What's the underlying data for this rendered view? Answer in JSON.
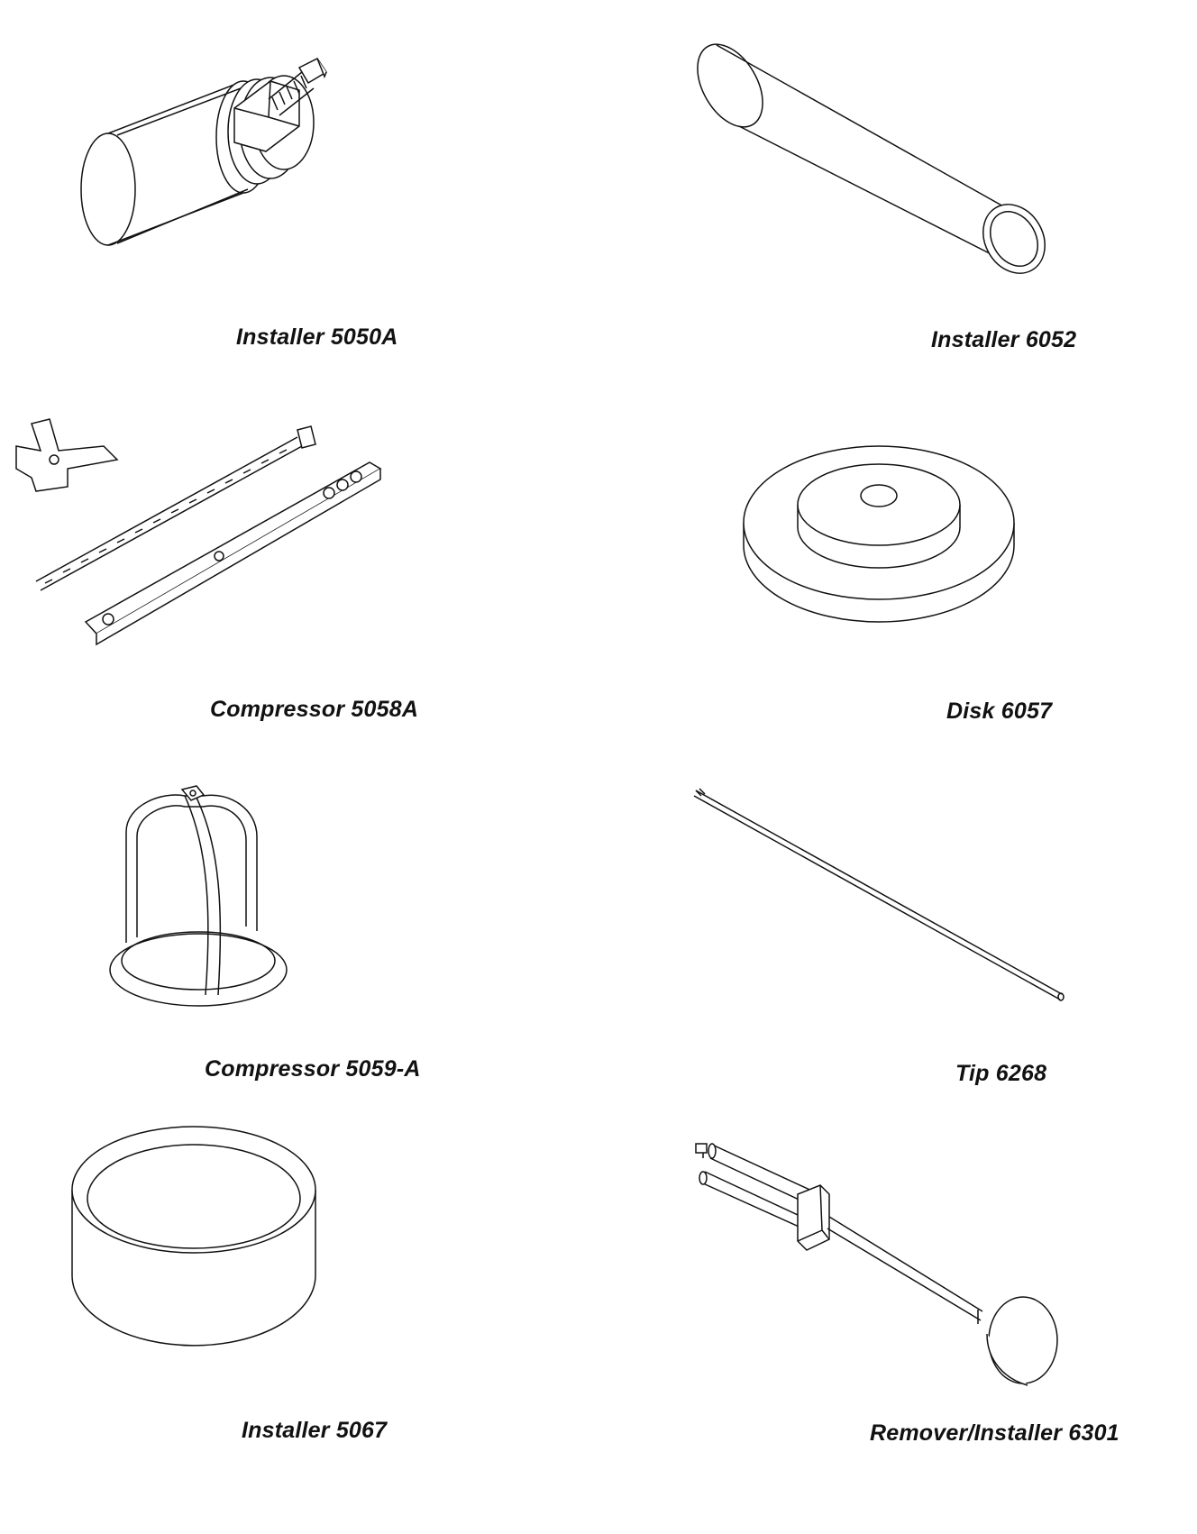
{
  "tools": [
    {
      "caption": "Installer 5050A",
      "icon": "installer-5050a-illustration"
    },
    {
      "caption": "Installer 6052",
      "icon": "installer-6052-illustration"
    },
    {
      "caption": "Compressor 5058A",
      "icon": "compressor-5058a-illustration"
    },
    {
      "caption": "Disk 6057",
      "icon": "disk-6057-illustration"
    },
    {
      "caption": "Compressor 5059-A",
      "icon": "compressor-5059a-illustration"
    },
    {
      "caption": "Tip 6268",
      "icon": "tip-6268-illustration"
    },
    {
      "caption": "Installer 5067",
      "icon": "installer-5067-illustration"
    },
    {
      "caption": "Remover/Installer 6301",
      "icon": "remover-installer-6301-illustration"
    }
  ],
  "colors": {
    "ink": "#111111",
    "paper": "#ffffff"
  }
}
